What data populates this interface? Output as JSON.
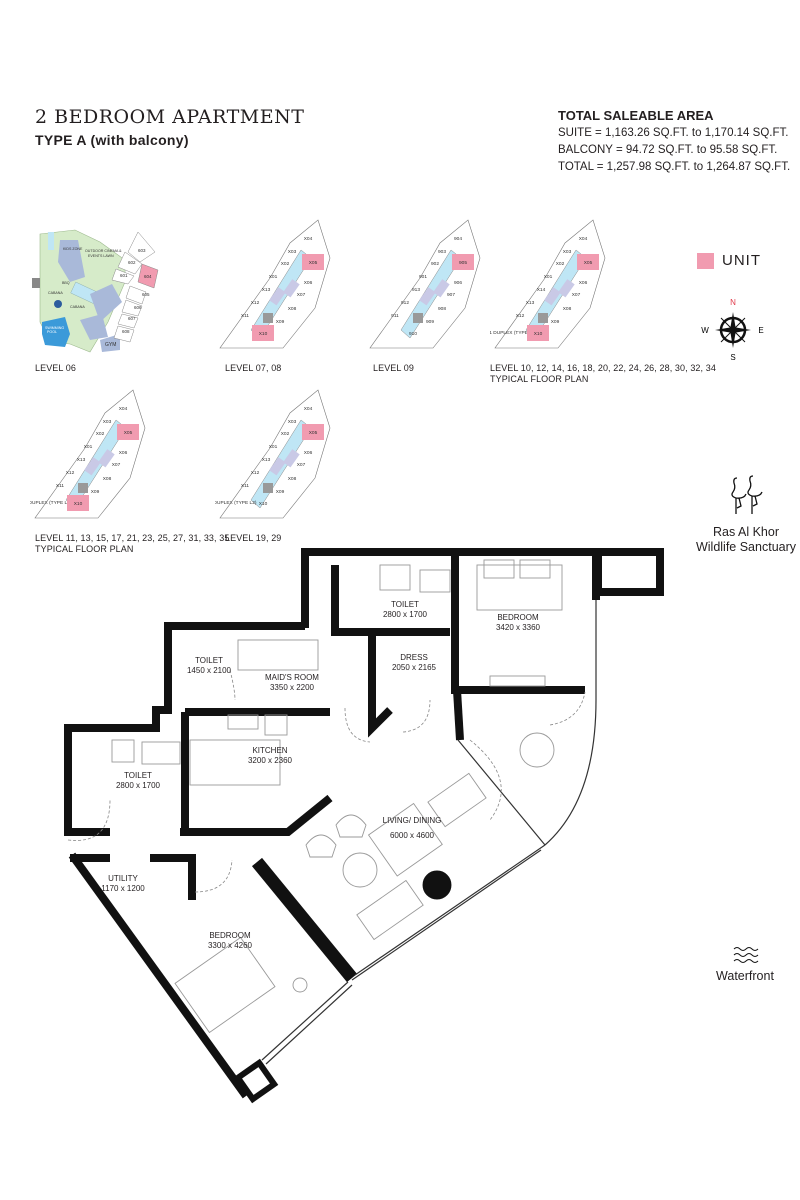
{
  "header": {
    "title": "2 BEDROOM APARTMENT",
    "subtitle": "TYPE A (with balcony)"
  },
  "area": {
    "heading": "TOTAL SALEABLE AREA",
    "suite": "SUITE = 1,163.26 SQ.FT. to 1,170.14 SQ.FT.",
    "balcony": "BALCONY = 94.72 SQ.FT. to 95.58 SQ.FT.",
    "total": "TOTAL = 1,257.98 SQ.FT. to 1,264.87 SQ.FT."
  },
  "colors": {
    "unit": "#f19bb0",
    "corridor": "#bfe6f5",
    "amenity_green": "#d6ebc9",
    "amenity_blue": "#a9b9d9",
    "pool": "#3b9ad9"
  },
  "legend": {
    "unit_label": "UNIT"
  },
  "compass": {
    "n": "N",
    "s": "S",
    "e": "E",
    "w": "W"
  },
  "landmarks": {
    "sanctuary_line1": "Ras Al Khor",
    "sanctuary_line2": "Wildlife Sanctuary",
    "waterfront": "Waterfront"
  },
  "level06": {
    "caption": "LEVEL 06",
    "amenities": [
      "KIDS ZONE",
      "OUTDOOR CINEMA &",
      "EVENTS LAWN",
      "BBQ",
      "CABANA",
      "CABANA",
      "SWIMMING",
      "POOL",
      "GYM"
    ],
    "units": [
      "603",
      "602",
      "601",
      "604",
      "605",
      "606",
      "607",
      "608"
    ]
  },
  "levels": [
    {
      "caption1": "LEVEL 07, 08",
      "caption2": "",
      "units": [
        {
          "slot": "04",
          "label": "X04",
          "hl": false
        },
        {
          "slot": "03",
          "label": "X03",
          "hl": false
        },
        {
          "slot": "05",
          "label": "X05",
          "hl": true
        },
        {
          "slot": "02",
          "label": "X02",
          "hl": false
        },
        {
          "slot": "01",
          "label": "X01",
          "hl": false
        },
        {
          "slot": "06",
          "label": "X06",
          "hl": false
        },
        {
          "slot": "14",
          "label": "X13",
          "hl": false
        },
        {
          "slot": "07",
          "label": "X07",
          "hl": false
        },
        {
          "slot": "13",
          "label": "X12",
          "hl": false
        },
        {
          "slot": "08",
          "label": "X08",
          "hl": false
        },
        {
          "slot": "12",
          "label": "X11",
          "hl": false
        },
        {
          "slot": "09",
          "label": "X09",
          "hl": false
        },
        {
          "slot": "10",
          "label": "X10",
          "hl": true
        }
      ]
    },
    {
      "caption1": "LEVEL 09",
      "caption2": "",
      "units": [
        {
          "slot": "04",
          "label": "904",
          "hl": false
        },
        {
          "slot": "03",
          "label": "903",
          "hl": false
        },
        {
          "slot": "05",
          "label": "905",
          "hl": true
        },
        {
          "slot": "02",
          "label": "902",
          "hl": false
        },
        {
          "slot": "01",
          "label": "901",
          "hl": false
        },
        {
          "slot": "06",
          "label": "906",
          "hl": false
        },
        {
          "slot": "14",
          "label": "913",
          "hl": false
        },
        {
          "slot": "07",
          "label": "907",
          "hl": false
        },
        {
          "slot": "13",
          "label": "912",
          "hl": false
        },
        {
          "slot": "08",
          "label": "908",
          "hl": false
        },
        {
          "slot": "12",
          "label": "911",
          "hl": false
        },
        {
          "slot": "09",
          "label": "909",
          "hl": false
        },
        {
          "slot": "10",
          "label": "910",
          "hl": false
        }
      ]
    },
    {
      "caption1": "LEVEL 10, 12, 14, 16, 18, 20, 22, 24,  26, 28, 30, 32, 34",
      "caption2": "TYPICAL FLOOR PLAN",
      "units": [
        {
          "slot": "04",
          "label": "X04",
          "hl": false
        },
        {
          "slot": "03",
          "label": "X03",
          "hl": false
        },
        {
          "slot": "05",
          "label": "X05",
          "hl": true
        },
        {
          "slot": "02",
          "label": "X02",
          "hl": false
        },
        {
          "slot": "01",
          "label": "X01",
          "hl": false
        },
        {
          "slot": "06",
          "label": "X06",
          "hl": false
        },
        {
          "slot": "14",
          "label": "X14",
          "hl": false
        },
        {
          "slot": "07",
          "label": "X07",
          "hl": false
        },
        {
          "slot": "13",
          "label": "X13",
          "hl": false
        },
        {
          "slot": "08",
          "label": "X08",
          "hl": false
        },
        {
          "slot": "12",
          "label": "X12",
          "hl": false
        },
        {
          "slot": "09",
          "label": "X09",
          "hl": false
        },
        {
          "slot": "11",
          "label": "X11 DUPLEX (TYPE L1)",
          "hl": false
        },
        {
          "slot": "10",
          "label": "X10",
          "hl": true
        }
      ]
    },
    {
      "caption1": "LEVEL 11, 13, 15, 17, 21, 23, 25, 27, 31, 33, 35",
      "caption2": "TYPICAL FLOOR PLAN",
      "units": [
        {
          "slot": "04",
          "label": "X04",
          "hl": false
        },
        {
          "slot": "03",
          "label": "X03",
          "hl": false
        },
        {
          "slot": "05",
          "label": "X05",
          "hl": true
        },
        {
          "slot": "02",
          "label": "X02",
          "hl": false
        },
        {
          "slot": "01",
          "label": "X01",
          "hl": false
        },
        {
          "slot": "06",
          "label": "X06",
          "hl": false
        },
        {
          "slot": "14",
          "label": "X13",
          "hl": false
        },
        {
          "slot": "07",
          "label": "X07",
          "hl": false
        },
        {
          "slot": "13",
          "label": "X12",
          "hl": false
        },
        {
          "slot": "08",
          "label": "X08",
          "hl": false
        },
        {
          "slot": "12",
          "label": "X11",
          "hl": false
        },
        {
          "slot": "09",
          "label": "X09",
          "hl": false
        },
        {
          "slot": "11",
          "label": "DUPLEX (TYPE L2)",
          "hl": false
        },
        {
          "slot": "10",
          "label": "X10",
          "hl": true
        }
      ]
    },
    {
      "caption1": "LEVEL 19, 29",
      "caption2": "",
      "units": [
        {
          "slot": "04",
          "label": "X04",
          "hl": false
        },
        {
          "slot": "03",
          "label": "X03",
          "hl": false
        },
        {
          "slot": "05",
          "label": "X05",
          "hl": true
        },
        {
          "slot": "02",
          "label": "X02",
          "hl": false
        },
        {
          "slot": "01",
          "label": "X01",
          "hl": false
        },
        {
          "slot": "06",
          "label": "X06",
          "hl": false
        },
        {
          "slot": "14",
          "label": "X13",
          "hl": false
        },
        {
          "slot": "07",
          "label": "X07",
          "hl": false
        },
        {
          "slot": "13",
          "label": "X12",
          "hl": false
        },
        {
          "slot": "08",
          "label": "X08",
          "hl": false
        },
        {
          "slot": "12",
          "label": "X11",
          "hl": false
        },
        {
          "slot": "09",
          "label": "X09",
          "hl": false
        },
        {
          "slot": "11",
          "label": "DUPLEX (TYPE L2)",
          "hl": false
        },
        {
          "slot": "10",
          "label": "X10",
          "hl": false
        }
      ]
    }
  ],
  "rooms": [
    {
      "name": "TOILET",
      "size": "2800 x 1700"
    },
    {
      "name": "BEDROOM",
      "size": "3420 x 3360"
    },
    {
      "name": "TOILET",
      "size": "1450 x 2100"
    },
    {
      "name": "MAID'S ROOM",
      "size": "3350 x 2200"
    },
    {
      "name": "DRESS",
      "size": "2050 x 2165"
    },
    {
      "name": "KITCHEN",
      "size": "3200 x 2360"
    },
    {
      "name": "TOILET",
      "size": "2800 x 1700"
    },
    {
      "name": "LIVING/ DINING",
      "size": "6000 x 4600"
    },
    {
      "name": "UTILITY",
      "size": "1170 x 1200"
    },
    {
      "name": "BEDROOM",
      "size": "3300 x 4260"
    }
  ]
}
